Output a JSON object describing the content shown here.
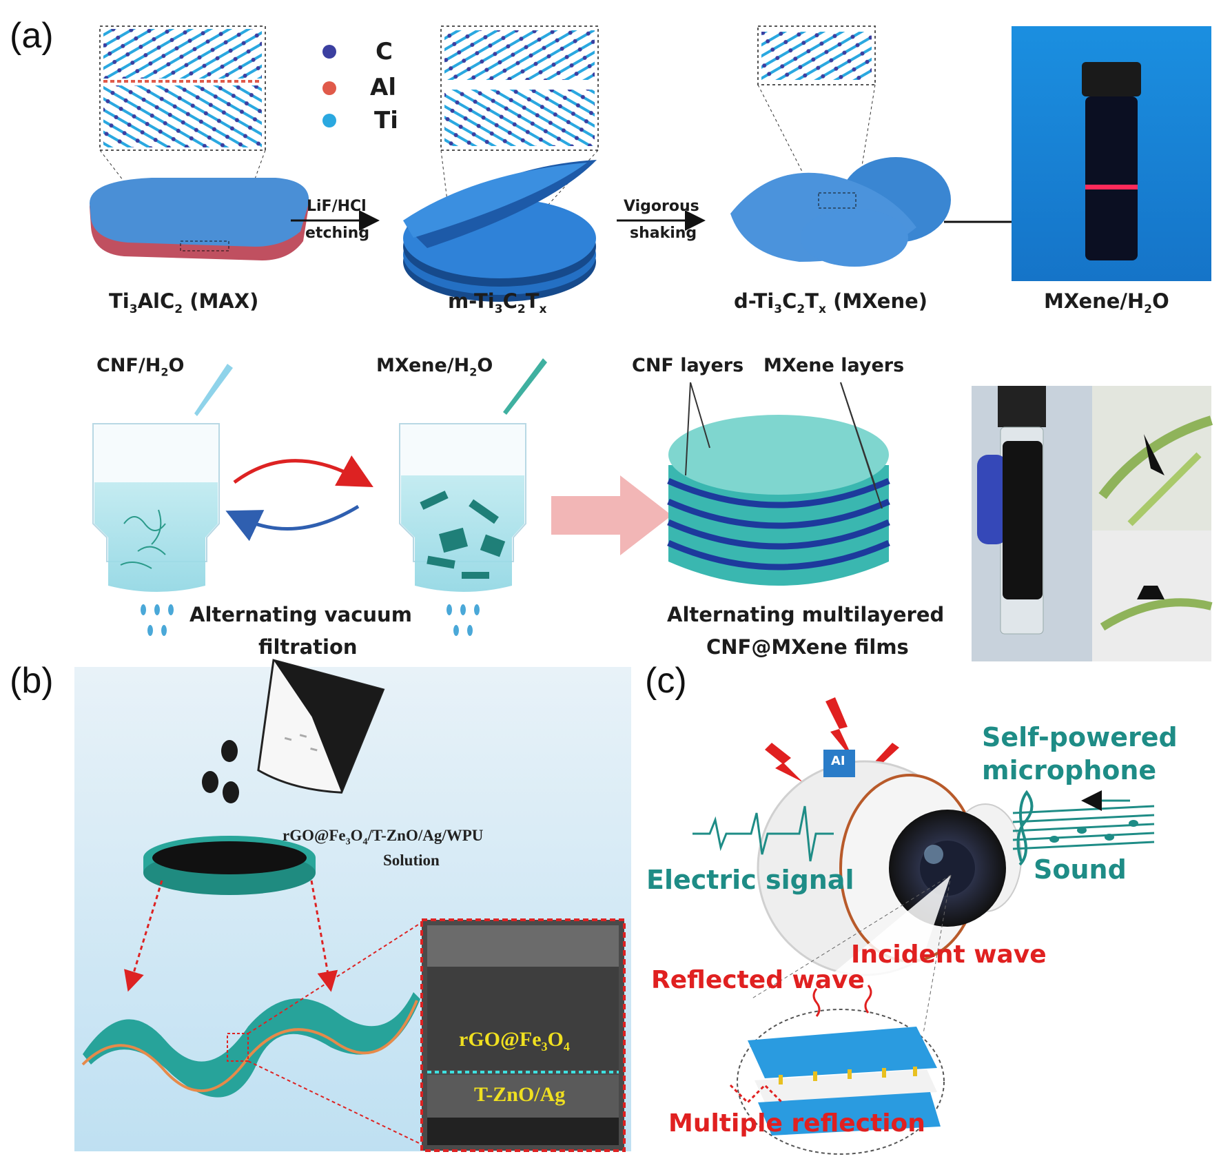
{
  "panels": {
    "a": "(a)",
    "b": "(b)",
    "c": "(c)"
  },
  "legend": [
    {
      "symbol": "C",
      "color": "#3b3fa0"
    },
    {
      "symbol": "Al",
      "color": "#e05a4a"
    },
    {
      "symbol": "Ti",
      "color": "#2aa8e0"
    }
  ],
  "a_top": {
    "step1": {
      "line1": "LiF/HCl",
      "line2": "etching"
    },
    "step2": {
      "line1": "Vigorous",
      "line2": "shaking"
    },
    "stages": {
      "max_pre": "Ti",
      "max_s1": "3",
      "max_mid": "AlC",
      "max_s2": "2",
      "max_post": " (MAX)",
      "m_pre": "m-Ti",
      "m_s1": "3",
      "m_mid": "C",
      "m_s2": "2",
      "m_mid2": "T",
      "m_s3": "x",
      "d_pre": "d-Ti",
      "d_s1": "3",
      "d_mid": "C",
      "d_s2": "2",
      "d_mid2": "T",
      "d_s3": "x",
      "d_post": " (MXene)",
      "sol_pre": "MXene/H",
      "sol_s": "2",
      "sol_post": "O"
    }
  },
  "a_bottom": {
    "cnf_pre": "CNF/H",
    "cnf_s": "2",
    "cnf_post": "O",
    "mx_pre": "MXene/H",
    "mx_s": "2",
    "mx_post": "O",
    "cnf_layers": "CNF layers",
    "mxene_layers": "MXene layers",
    "filtration_line1": "Alternating vacuum",
    "filtration_line2": "filtration",
    "films_line1": "Alternating multilayered",
    "films_line2": "CNF@MXene films"
  },
  "b": {
    "solution_line1_pre": "rGO@Fe",
    "solution_line1_s1": "3",
    "solution_line1_mid": "O",
    "solution_line1_s2": "4",
    "solution_line1_post": "/T-ZnO/Ag/WPU",
    "solution_line2": "Solution",
    "sem_top_pre": "rGO@Fe",
    "sem_top_s1": "3",
    "sem_top_mid": "O",
    "sem_top_s2": "4",
    "sem_bottom": "T-ZnO/Ag"
  },
  "c": {
    "ai_chip": "AI",
    "mic_line1": "Self-powered",
    "mic_line2": "microphone",
    "electric_signal": "Electric signal",
    "sound": "Sound",
    "incident": "Incident wave",
    "reflected": "Reflected wave",
    "multiple": "Multiple reflection"
  }
}
